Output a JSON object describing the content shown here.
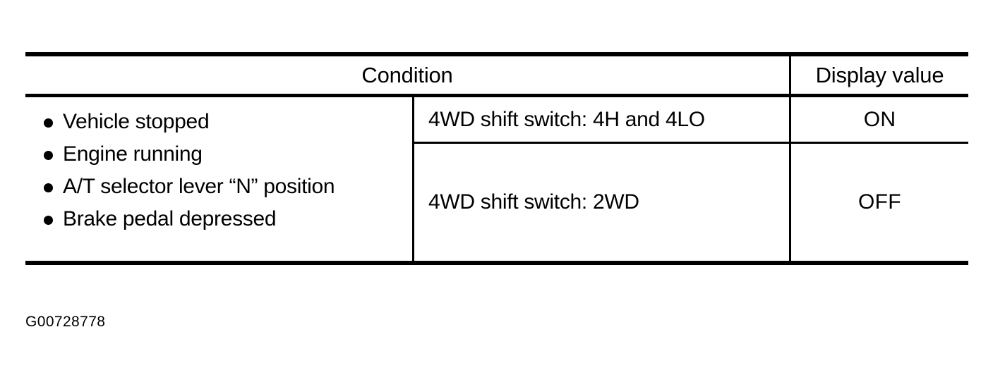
{
  "figure": {
    "caption": "G00728778"
  },
  "table": {
    "headers": {
      "condition": "Condition",
      "display_value": "Display value"
    },
    "conditions": [
      {
        "bullet_icon": "bullet-dot-icon",
        "text": "Vehicle stopped"
      },
      {
        "bullet_icon": "bullet-dot-icon",
        "text": "Engine running"
      },
      {
        "bullet_icon": "bullet-dot-icon",
        "text": "A/T selector lever “N” position"
      },
      {
        "bullet_icon": "bullet-dot-icon",
        "text": "Brake pedal depressed"
      }
    ],
    "rows": [
      {
        "switch_condition": "4WD shift switch: 4H and 4LO",
        "display_value": "ON"
      },
      {
        "switch_condition": "4WD shift switch: 2WD",
        "display_value": "OFF"
      }
    ]
  },
  "style": {
    "background": "#ffffff",
    "ink": "#000000"
  }
}
